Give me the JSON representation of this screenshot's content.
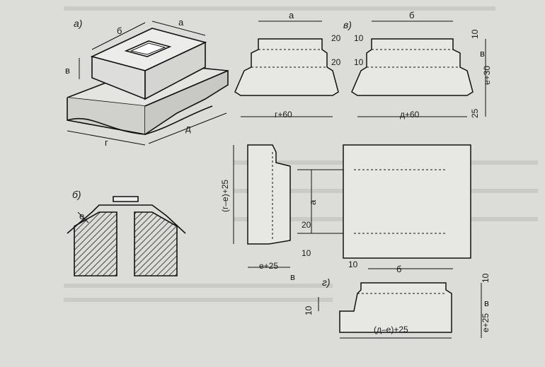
{
  "panels": {
    "a": "а)",
    "b": "б)",
    "v": "в)",
    "g": "г)"
  },
  "labels": {
    "b_width": "б",
    "a_len": "а",
    "v_height": "в",
    "g_len": "г",
    "d_len": "д",
    "e": "е",
    "dim_20": "20",
    "dim_10": "10",
    "dim_25": "25",
    "g60": "г+60",
    "d60": "д+60",
    "e30": "е+30",
    "ge25": "(г–е)+25",
    "e25": "е+25",
    "de25": "(д–е)+25",
    "e25v": "е+25"
  }
}
